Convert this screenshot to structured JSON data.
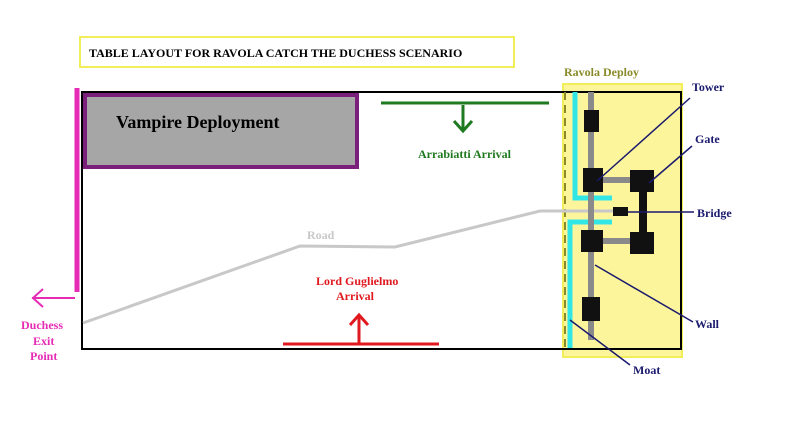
{
  "title": "TABLE LAYOUT FOR RAVOLA CATCH THE DUCHESS SCENARIO",
  "labels": {
    "vampire_deployment": "Vampire Deployment",
    "arrabiatti_arrival": "Arrabiatti Arrival",
    "ravola_deploy": "Ravola Deploy",
    "road": "Road",
    "lord_guglielmo_line1": "Lord Guglielmo",
    "lord_guglielmo_line2": "Arrival",
    "duchess_line1": "Duchess",
    "duchess_line2": "Exit",
    "duchess_line3": "Point",
    "tower": "Tower",
    "gate": "Gate",
    "bridge": "Bridge",
    "wall": "Wall",
    "moat": "Moat"
  },
  "colors": {
    "title_border": "#f2ee5a",
    "vampire_fill": "#a6a6a6",
    "vampire_border": "#7a1f7a",
    "arrabiatti": "#1f7a1f",
    "ravola_zone": "#fdf59b",
    "ravola_text": "#8a8a2a",
    "road": "#c8c8c8",
    "guglielmo": "#e0191f",
    "duchess": "#e62bb4",
    "navy": "#1a1a6e",
    "moat": "#33e6e6",
    "castle": "#111111"
  }
}
